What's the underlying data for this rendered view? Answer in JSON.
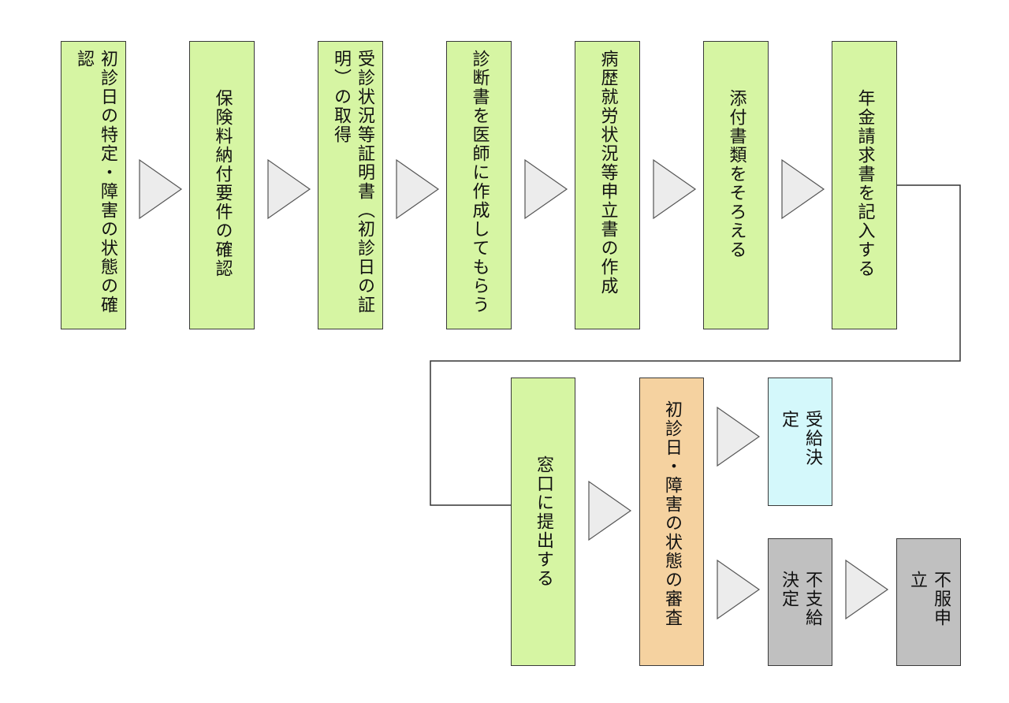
{
  "steps": {
    "s1": "初診日の特定・障害の状態の確認",
    "s2": "保険料納付要件の確認",
    "s3": "受診状況等証明書（初診日の証明）の取得",
    "s4": "診断書を医師に作成してもらう",
    "s5": "病歴就労状況等申立書の作成",
    "s6": "添付書類をそろえる",
    "s7": "年金請求書を記入する",
    "s8": "窓口に提出する",
    "s9": "初診日・障害の状態の審査",
    "s10": "受給決定",
    "s11": "不支給決定",
    "s12": "不服申立"
  },
  "colors": {
    "step": "#d6f5a3",
    "review": "#f5d2a0",
    "approved": "#d4f8fb",
    "rejected": "#c0c0c0",
    "arrow_fill": "#ececec",
    "arrow_stroke": "#555555"
  }
}
